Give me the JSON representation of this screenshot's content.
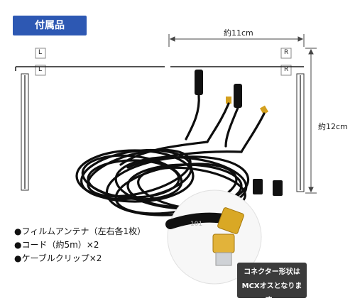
{
  "header": {
    "title": "付属品"
  },
  "dimensions": {
    "width_label": "約11cm",
    "height_label": "約12cm"
  },
  "items": [
    "●フィルムアンテナ（左右各1枚）",
    "●コード（約5m）×2",
    "●ケーブルクリップ×2"
  ],
  "callout": {
    "line1": "コネクター形状は",
    "line2": "MCXオスとなります。"
  },
  "antenna_marks": {
    "left_top": "L",
    "right_top": "R",
    "left_bottom": "L",
    "right_bottom": "R"
  },
  "colors": {
    "badge": "#2d58b3",
    "cable": "#0e0e0e",
    "connector": "#d4a01e",
    "callout_bg": "#3b3b3b"
  }
}
